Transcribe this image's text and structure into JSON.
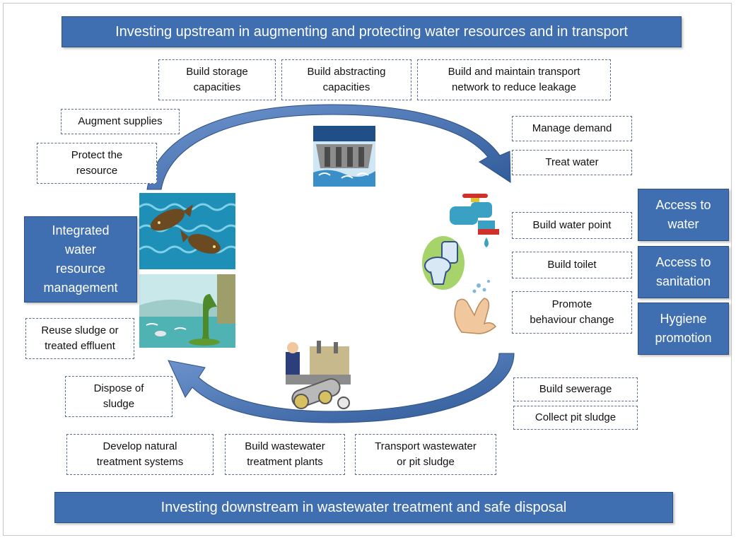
{
  "banners": {
    "top": "Investing upstream in augmenting and protecting water resources and in transport",
    "bottom": "Investing downstream in wastewater treatment and safe disposal"
  },
  "boxes": {
    "build_storage": "Build storage\ncapacities",
    "build_abstracting": "Build abstracting\ncapacities",
    "build_transport": "Build and maintain transport\nnetwork to reduce leakage",
    "augment_supplies": "Augment supplies",
    "protect_resource": "Protect the\nresource",
    "manage_demand": "Manage demand",
    "treat_water": "Treat water",
    "build_water_point": "Build water point",
    "build_toilet": "Build toilet",
    "promote_behaviour": "Promote\nbehaviour change",
    "reuse_sludge": "Reuse sludge or\ntreated effluent",
    "dispose_sludge": "Dispose of\nsludge",
    "build_sewerage": "Build sewerage",
    "collect_pit_sludge": "Collect pit sludge",
    "develop_natural": "Develop natural\ntreatment systems",
    "build_wastewater_plants": "Build wastewater\ntreatment plants",
    "transport_wastewater": "Transport wastewater\nor pit sludge"
  },
  "blue_boxes": {
    "iwrm": "Integrated\nwater\nresource\nmanagement",
    "access_water": "Access to\nwater",
    "access_sanitation": "Access to\nsanitation",
    "hygiene": "Hygiene\npromotion"
  },
  "colors": {
    "banner": "#3f6fb0",
    "arrow": "#3f6fb0",
    "box_border": "#5a6d8a"
  },
  "illustrations": [
    "dam-clipart",
    "fish-clipart",
    "pollution-clipart",
    "tap-clipart",
    "toilet-clipart",
    "handwashing-clipart",
    "treatment-plant-clipart"
  ]
}
